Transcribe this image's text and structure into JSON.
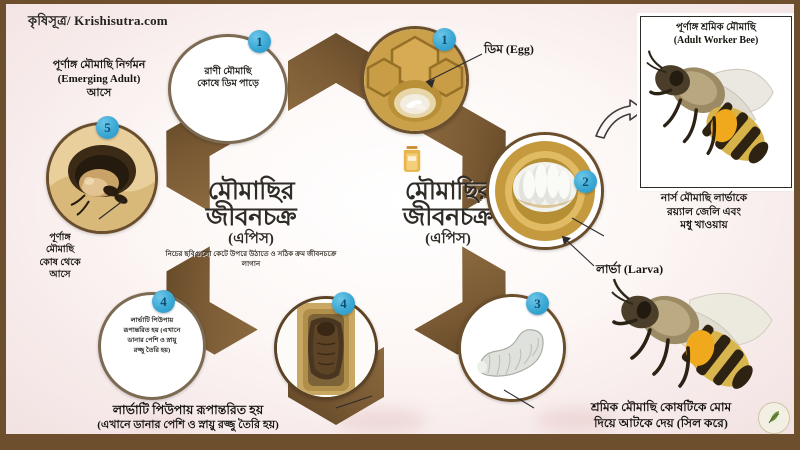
{
  "brand": {
    "watermark": "কৃষিসূত্র/ Krishisutra.com"
  },
  "title": {
    "main": "মৌমাছির",
    "sub_line": "জীবনচক্র",
    "species": "(এপিস)",
    "instruction": "নিচের ছবিগুলো কেটে উপরে উঠাতে ও সঠিক ক্রম জীবনচক্রে লাগান"
  },
  "colors": {
    "frame_brown": "#6d4f2e",
    "arrow_brown": "#7a5a34",
    "badge_blue": "#3aa8d4",
    "badge_text": "#0d4f73",
    "canvas_cream": "#fdf8f6",
    "cell_gold": "#c9972f",
    "larva_white": "#e8eae6"
  },
  "stages": [
    {
      "badge": "1",
      "name": "queen-lays-egg",
      "caption_line1": "রাণী মৌমাছি",
      "caption_line2": "কোষে ডিম পাড়ে"
    },
    {
      "badge": "1",
      "name": "egg-in-cell",
      "caption_line1": "",
      "caption_line2": ""
    },
    {
      "badge": "2",
      "name": "larva-in-cell",
      "caption_line1": "",
      "caption_line2": ""
    },
    {
      "badge": "3",
      "name": "larva",
      "caption_line1": "",
      "caption_line2": ""
    },
    {
      "badge": "4",
      "name": "pupa-in-sealed-cell",
      "caption_line1": "",
      "caption_line2": ""
    },
    {
      "badge": "4",
      "name": "pupa-note",
      "caption_line1": "লার্ভাটি পিউপায়",
      "caption_line2": "রূপান্তরিত হয় (এখানে",
      "caption_line3": "ডানার পেশি ও স্নায়ু",
      "caption_line4": "রজ্জু তৈরি হয়)"
    },
    {
      "badge": "5",
      "name": "emerging-adult",
      "caption_line1": "",
      "caption_line2": ""
    }
  ],
  "labels": {
    "emerging_adult_l1": "পূর্ণাঙ্গ মৌমাছি নির্গমন",
    "emerging_adult_l2": "(Emerging Adult)",
    "emerging_adult_l3": "আসে",
    "adult_from_cell_l1": "পূর্ণাঙ্গ",
    "adult_from_cell_l2": "মৌমাছি",
    "adult_from_cell_l3": "কোষ থেকে",
    "adult_from_cell_l4": "আসে",
    "egg": "ডিম (Egg)",
    "larva": "লার্ভা (Larva)",
    "nurse_l1": "নার্স মৌমাছি লার্ভাকে",
    "nurse_l2": "রয়্যাল জেলি এবং",
    "nurse_l3": "মধু খাওয়ায়",
    "pupa_bottom_l1": "লার্ভাটি পিউপায় রূপান্তরিত হয়",
    "pupa_bottom_l2": "(এখানে ডানার পেশি ও স্নায়ু রজ্জু তৈরি হয়)",
    "seal_l1": "শ্রমিক মৌমাছি কোষটিকে মোম",
    "seal_l2": "দিয়ে আটকে দেয় (সিল করে)"
  },
  "photo_card": {
    "title_l1": "পূর্ণাঙ্গ শ্রমিক মৌমাছি",
    "title_l2": "(Adult Worker Bee)"
  },
  "icons": {
    "honey_jar": "honey-jar-icon",
    "logo": "krishisutra-logo-icon",
    "bee": "bee-icon",
    "arrow": "curved-arrow-icon"
  }
}
